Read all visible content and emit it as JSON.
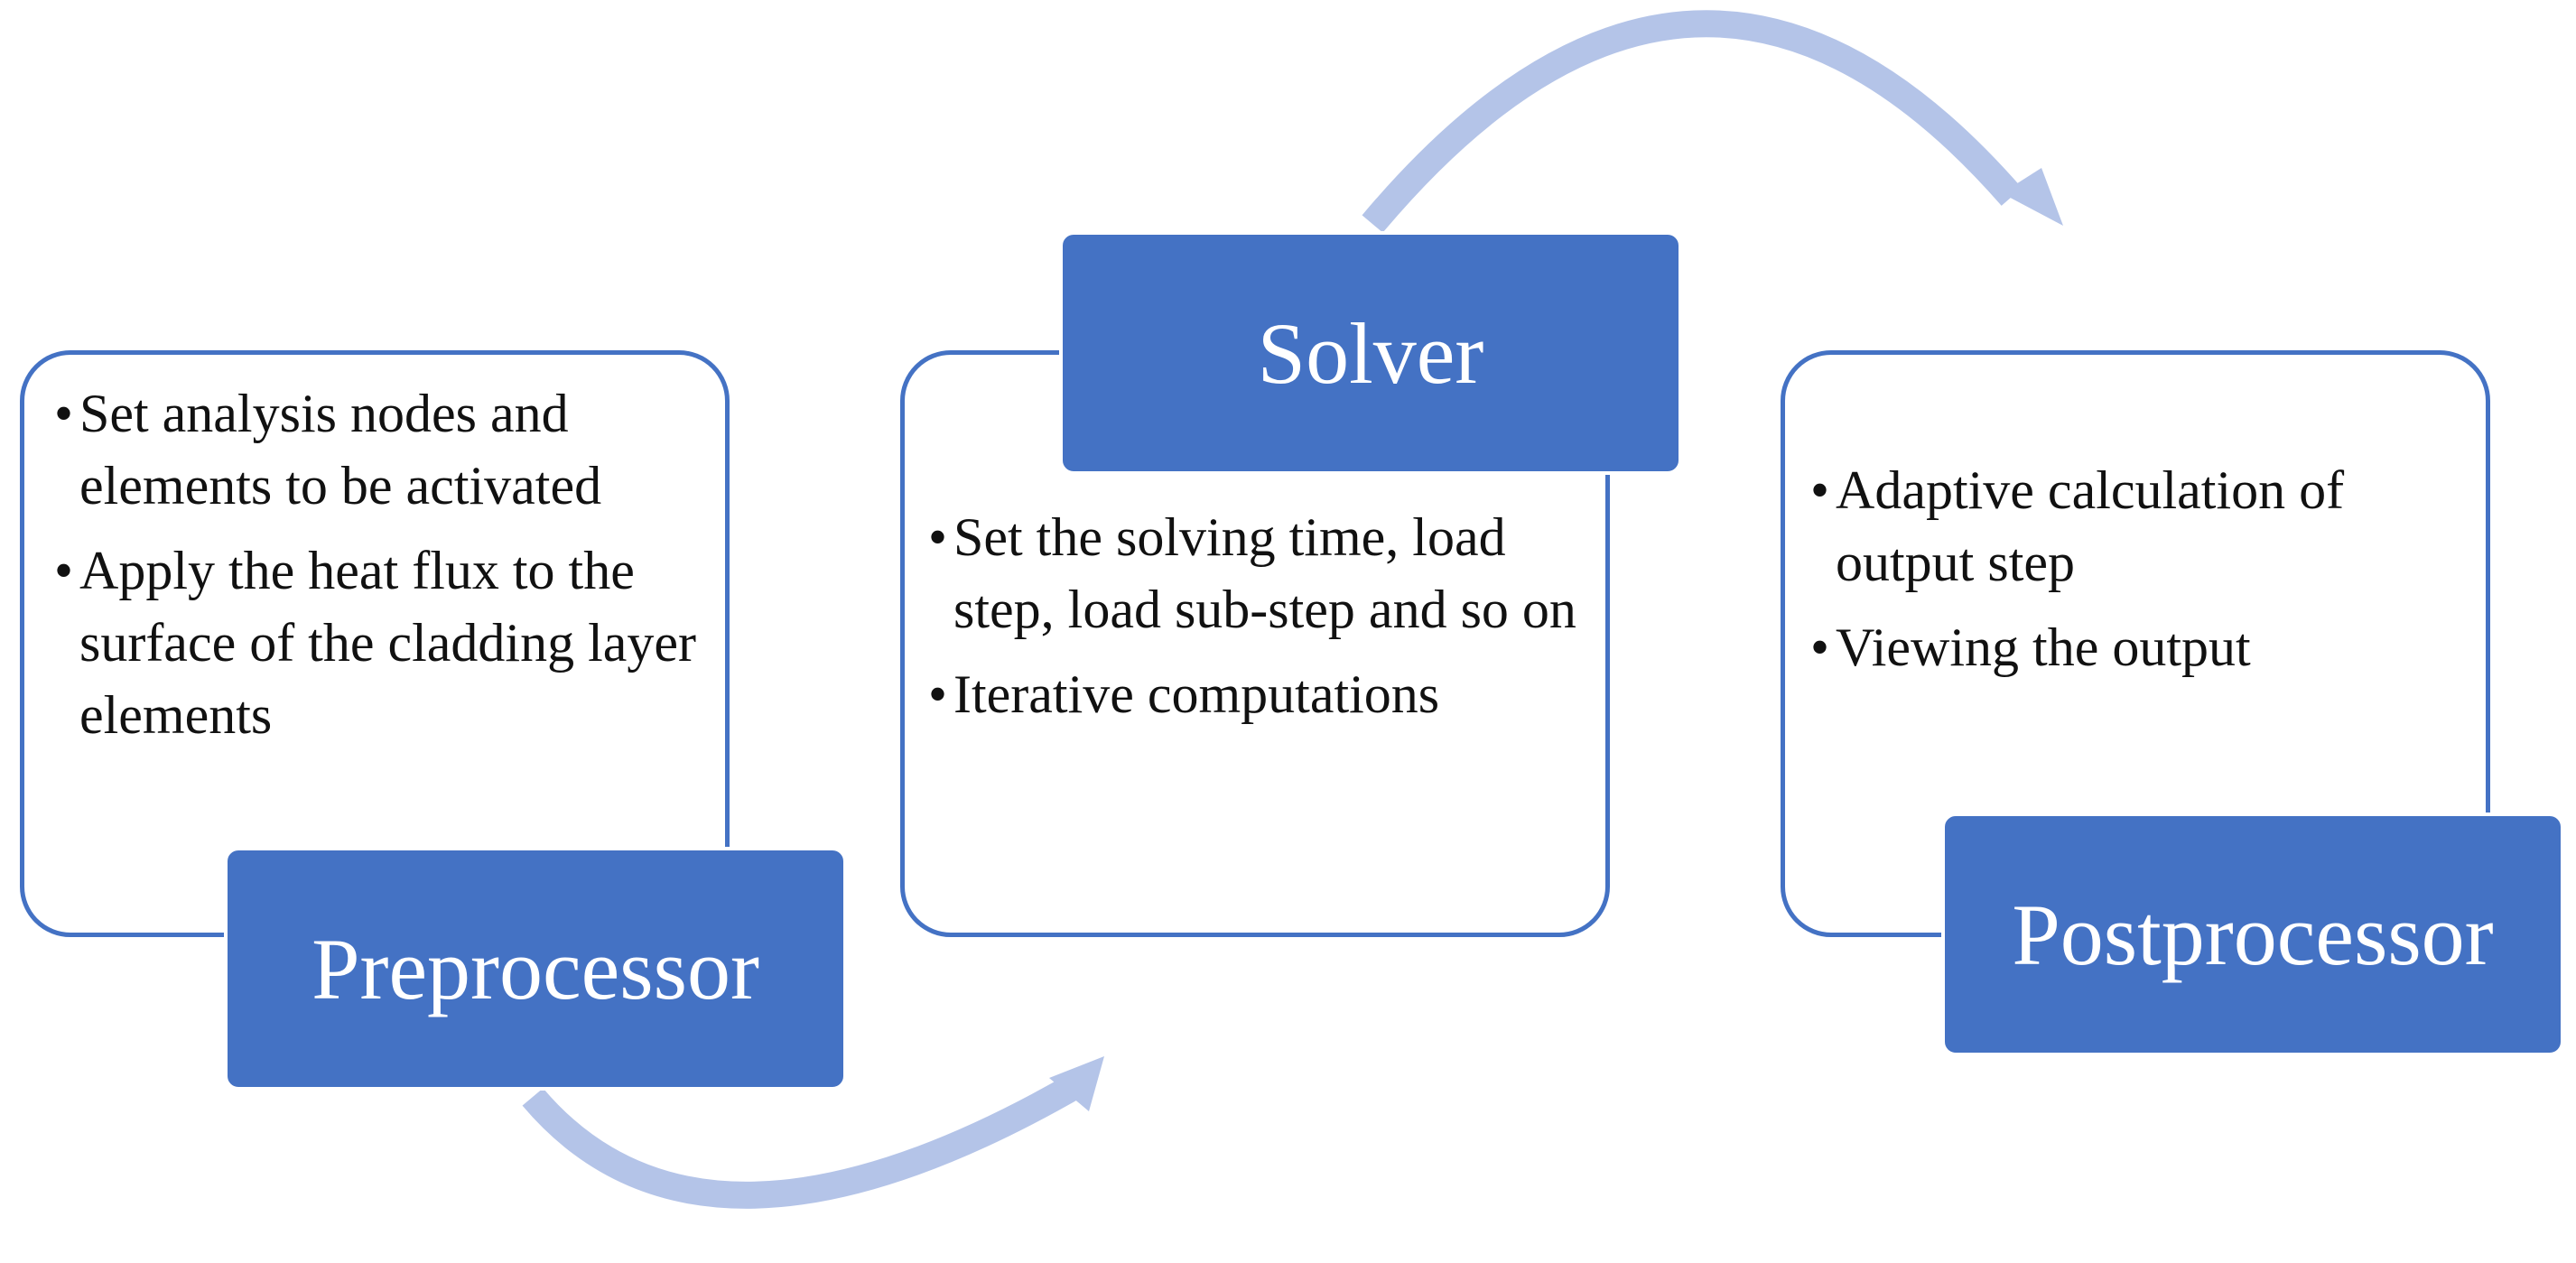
{
  "stages": [
    {
      "label": "Preprocessor",
      "bullets": [
        "Set analysis nodes and elements to be activated",
        "Apply the heat flux to the surface of the cladding layer elements"
      ]
    },
    {
      "label": "Solver",
      "bullets": [
        "Set the solving time, load step, load sub-step and so on",
        "Iterative computations"
      ]
    },
    {
      "label": "Postprocessor",
      "bullets": [
        "Adaptive calculation of output step",
        "Viewing the output"
      ]
    }
  ],
  "colors": {
    "accent": "#4472c4",
    "arrow": "#b4c4e8",
    "text": "#111111"
  }
}
